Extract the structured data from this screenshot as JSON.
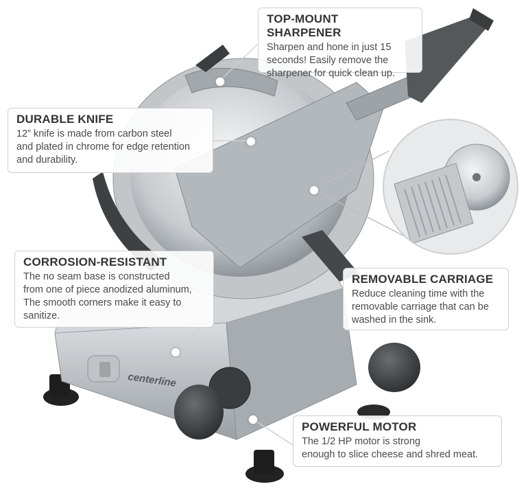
{
  "colors": {
    "background": "#ffffff",
    "callout_border": "#cfcfcf",
    "title_text": "#333333",
    "body_text": "#4a4a4a"
  },
  "brand": {
    "logo_text": "centerline"
  },
  "callouts": {
    "sharpener": {
      "title": "TOP-MOUNT SHARPENER",
      "lines": [
        "Sharpen and hone in just 15",
        "seconds! Easily remove the",
        "sharpener for quick clean up."
      ]
    },
    "knife": {
      "title": "DURABLE KNIFE",
      "lines": [
        "12” knife is made from carbon steel",
        "and plated in chrome for edge retention",
        "and durability."
      ]
    },
    "corrosion": {
      "title": "CORROSION-RESISTANT",
      "lines": [
        "The no seam base is constructed",
        "from one of piece anodized aluminum,",
        "The smooth corners make it easy to",
        "sanitize."
      ]
    },
    "carriage": {
      "title": "REMOVABLE CARRIAGE",
      "lines": [
        "Reduce cleaning time with the",
        "removable carriage that can be",
        "washed in the sink."
      ]
    },
    "motor": {
      "title": "POWERFUL MOTOR",
      "lines": [
        "The 1/2 HP motor is strong",
        "enough to slice cheese and shred meat."
      ]
    }
  }
}
